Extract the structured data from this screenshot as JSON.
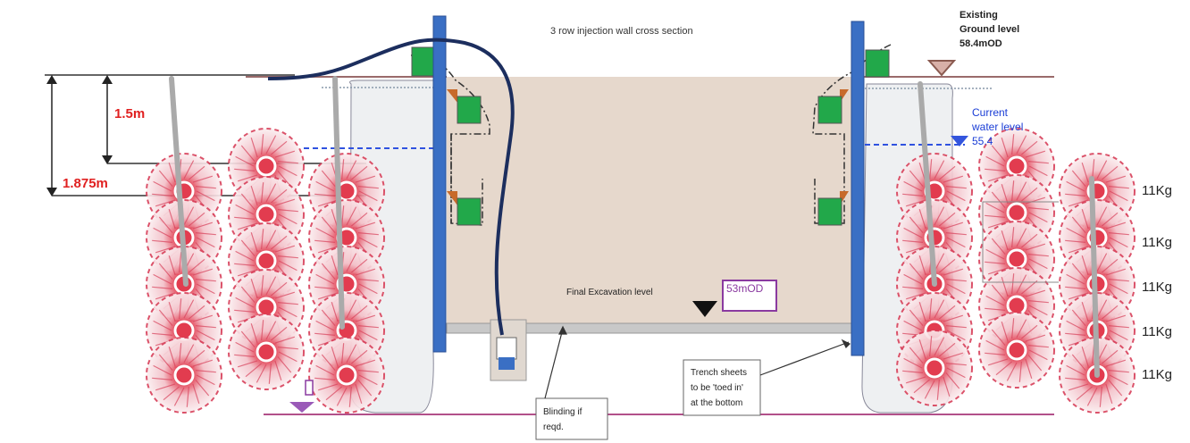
{
  "title": "3 row injection wall cross section",
  "ground": {
    "label_line1": "Existing",
    "label_line2": "Ground level",
    "label_line3": "58.4mOD"
  },
  "water": {
    "label_line1": "Current",
    "label_line2": "water level",
    "label_line3": "55.4"
  },
  "dimensions": {
    "short": "1.5m",
    "long": "1.875m"
  },
  "excavation": {
    "label": "Final Excavation level",
    "level": "53mOD"
  },
  "notes": {
    "trench_line1": "Trench sheets",
    "trench_line2": "to be 'toed in'",
    "trench_line3": "at the bottom",
    "blinding_line1": "Blinding if",
    "blinding_line2": "reqd."
  },
  "weights": [
    "11Kg",
    "11Kg",
    "11Kg",
    "11Kg",
    "11Kg"
  ],
  "colors": {
    "sheet_pile": "#3a6fc4",
    "excavation_fill": "#e6d8cc",
    "injection_bulb": "#d8405a",
    "dimension_text": "#e02020",
    "water_text": "#1a3dd6",
    "hose": "#1c2e5e",
    "waler": "#22a84a",
    "level_box": "#8a3aa0"
  }
}
